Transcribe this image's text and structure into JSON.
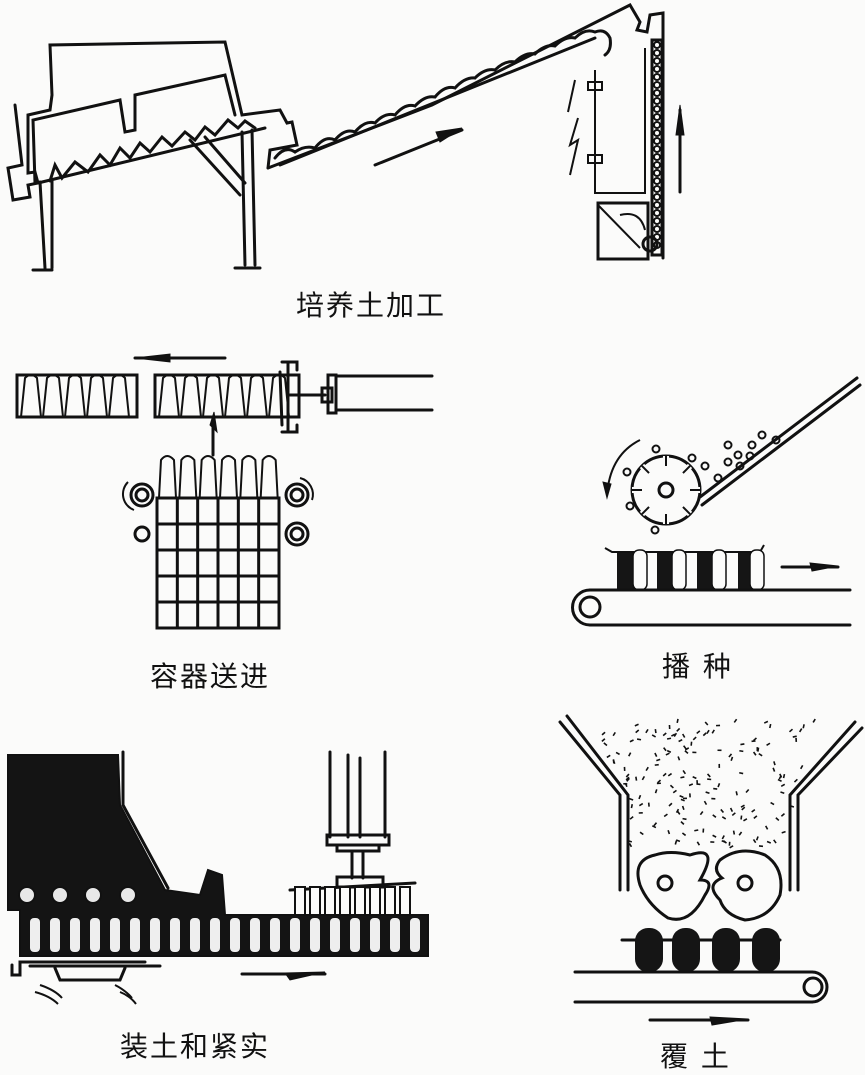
{
  "figure": {
    "panels": [
      {
        "id": "soil-processing",
        "caption": "培养土加工"
      },
      {
        "id": "container-feeding",
        "caption": "容器送进"
      },
      {
        "id": "seeding",
        "caption": "播 种"
      },
      {
        "id": "soil-filling-compaction",
        "caption": "装土和紧实"
      },
      {
        "id": "soil-covering",
        "caption": "覆 土"
      }
    ],
    "ink_color": "#111111",
    "paper_color": "#fbfbfa"
  }
}
